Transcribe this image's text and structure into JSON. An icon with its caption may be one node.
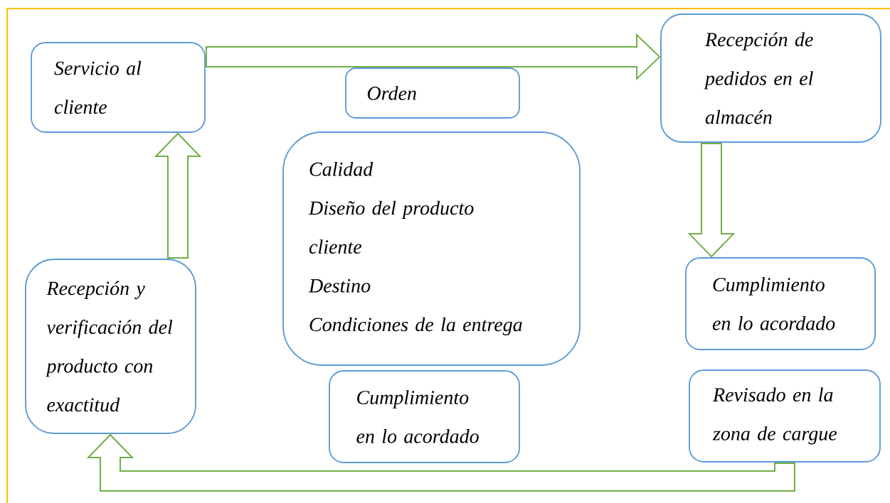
{
  "diagram": {
    "nodes": [
      {
        "text": [
          "Servicio al cliente"
        ]
      },
      {
        "text": [
          "Orden"
        ]
      },
      {
        "text": [
          "Recepción de pedidos en el almacén"
        ]
      },
      {
        "text": [
          "Calidad",
          "Diseño del producto",
          "cliente",
          "Destino",
          "Condiciones de la entrega"
        ]
      },
      {
        "text": [
          "Recepción y verificación del producto con exactitud"
        ]
      },
      {
        "text": [
          "Cumplimiento en lo acordado"
        ]
      },
      {
        "text": [
          "Cumplimiento en lo acordado"
        ]
      },
      {
        "text": [
          "Revisado en la zona de cargue"
        ]
      }
    ],
    "edges": [
      {
        "from": 0,
        "to": 2,
        "arrow": "to"
      },
      {
        "from": 2,
        "to": 5,
        "arrow": "to"
      },
      {
        "from": 7,
        "to": 4,
        "arrow": "to"
      },
      {
        "from": 4,
        "to": 0,
        "arrow": "to"
      }
    ]
  }
}
